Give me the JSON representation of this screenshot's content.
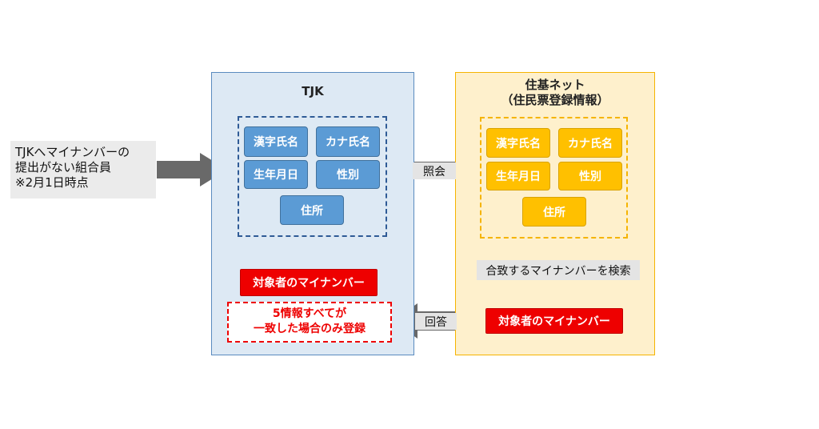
{
  "source_note": "TJKへマイナンバーの\n提出がない組合員\n※2月1日時点",
  "tjk": {
    "title": "TJK",
    "fields": [
      "漢字氏名",
      "カナ氏名",
      "生年月日",
      "性別",
      "住所"
    ],
    "result_label": "対象者のマイナンバー",
    "condition_note": "5情報すべてが\n一致した場合のみ登録"
  },
  "juki": {
    "title": "住基ネット\n（住民票登録情報）",
    "fields": [
      "漢字氏名",
      "カナ氏名",
      "生年月日",
      "性別",
      "住所"
    ],
    "result_label": "対象者のマイナンバー"
  },
  "arrows": {
    "query": "照会",
    "search": "合致するマイナンバーを検索",
    "reply": "回答"
  },
  "colors": {
    "tjk_panel": "#dde9f4",
    "juki_panel": "#fef0cc",
    "blue_box": "#5b9bd5",
    "yellow_box": "#ffc000",
    "red": "#ee0000",
    "arrow": "#696969"
  }
}
